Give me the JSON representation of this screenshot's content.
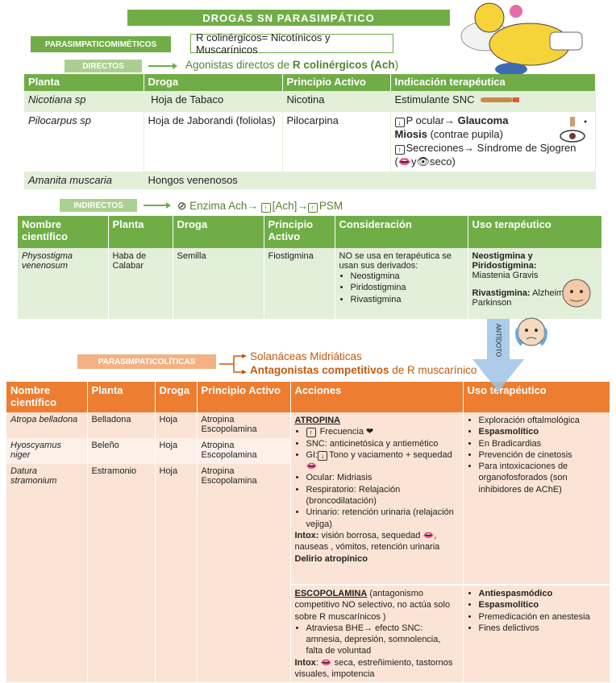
{
  "title": "DROGAS SN PARASIMPÁTICO",
  "section1": {
    "label": "PARASIMPATICOMIMÉTICOS",
    "definition": "R colinérgicos= Nicotínicos y Muscarínicos"
  },
  "directos": {
    "label": "DIRECTOS",
    "heading_pre": "Agonistas directos de ",
    "heading_bold": "R colinérgicos (Ach",
    "heading_post": ")",
    "headers": [
      "Planta",
      "Droga",
      "Principio Activo",
      "Indicación terapéutica"
    ],
    "rows": [
      {
        "planta": "Nicotiana sp",
        "droga": " Hoja de Tabaco",
        "principio": "Nicotina",
        "indicacion": "Estimulante SNC"
      },
      {
        "planta": "Pilocarpus sp",
        "droga": "Hoja de Jaborandi (foliolas)",
        "principio": "Pilocarpina",
        "ind1_pre": "P ocular→ ",
        "ind1_bold": "Glaucoma",
        "ind2_bold": "Miosis",
        "ind2_post": " (contrae pupila)",
        "ind3": "Secreciones→ Síndrome de Sjogren",
        "ind4_pre": "(",
        "ind4_mid": "y",
        "ind4_post": "seco)"
      },
      {
        "planta": "Amanita muscaria",
        "droga": "Hongos venenosos",
        "principio": "",
        "indicacion": ""
      }
    ]
  },
  "indirectos": {
    "label": "INDIRECTOS",
    "h_enzima": "Enzima Ach→",
    "h_ach": "[Ach]→",
    "h_psm": "PSM",
    "headers": [
      "Nombre científico",
      "Planta",
      "Droga",
      "Principio Activo",
      "Consideración",
      "Uso terapéutico"
    ],
    "row": {
      "nombre": "Physostigma venenosum",
      "planta": "Haba de Calabar",
      "droga": "Semilla",
      "principio": "Fiostigmina",
      "consideracion": "NO se usa en terapéutica se usan sus derivados:",
      "derivados": [
        "Neostigmina",
        "Piridostigmina",
        "Rivastigmina"
      ],
      "uso1_bold": "Neostigmina y Piridostigmina:",
      "uso1": "Miastenia Gravis",
      "uso2_bold": "Rivastigmina:",
      "uso2": "Alzheimer y Parkinson"
    }
  },
  "antidote_label": "ANTÍDOTO",
  "section2": {
    "label": "PARASIMPATICOLÍTICAS",
    "line1": "Solanáceas Midriáticas",
    "line2_bold": "Antagonistas competitivos",
    "line2_post": " de R muscarínico",
    "headers": [
      "Nombre científico",
      "Planta",
      "Droga",
      "Principio Activo",
      "Acciones",
      "Uso terapéutico"
    ],
    "rows": [
      {
        "nombre": "Atropa belladona",
        "planta": "Belladona",
        "droga": "Hoja",
        "principio": [
          "Atropina",
          "Escopolamina"
        ]
      },
      {
        "nombre": "Hyoscyamus niger",
        "planta": "Beleño",
        "droga": "Hoja",
        "principio": [
          "Atropina",
          "Escopolamina"
        ]
      },
      {
        "nombre": "Datura stramonium",
        "planta": "Estramonio",
        "droga": "Hoja",
        "principio": [
          "Atropina",
          "Escopolamina"
        ]
      }
    ],
    "atropina": {
      "title": "ATROPINA",
      "acciones": [
        "Frecuencia",
        "SNC: anticinetósica y antiemético",
        "GI:",
        "Tono y vaciamento + sequedad",
        "Ocular: Midriasis",
        "Respiratorio: Relajación (broncodilatación)",
        "Urinario: retención urinaria (relajación vejiga)"
      ],
      "intox_label": "Intox:",
      "intox": " visión borrosa, sequedad ",
      "intox2": ", nauseas , vómitos, retención urinaria",
      "delirio": "Delirio atropínico",
      "usos": [
        "Exploración oftalmológica",
        "Espasmolítico",
        "En Bradicardias",
        "Prevención de cinetosis",
        "Para intoxicaciones de organofosforados (son inhibidores de AChE)"
      ]
    },
    "escopolamina": {
      "title": "ESCOPOLAMINA",
      "desc": " (antagonismo competitivo NO selectivo, no actúa solo sobre R muscarínicos )",
      "accion": "Atraviesa BHE→ efecto SNC: amnesia, depresión, somnolencia, falta de voluntad",
      "intox_label": "Intox",
      "intox": " seca, estreñimiento, tastornos visuales, impotencia",
      "usos": [
        "Antiespasmódico",
        "Espasmolítico",
        "Premedicación en anestesia",
        "Fines delictivos"
      ]
    }
  }
}
